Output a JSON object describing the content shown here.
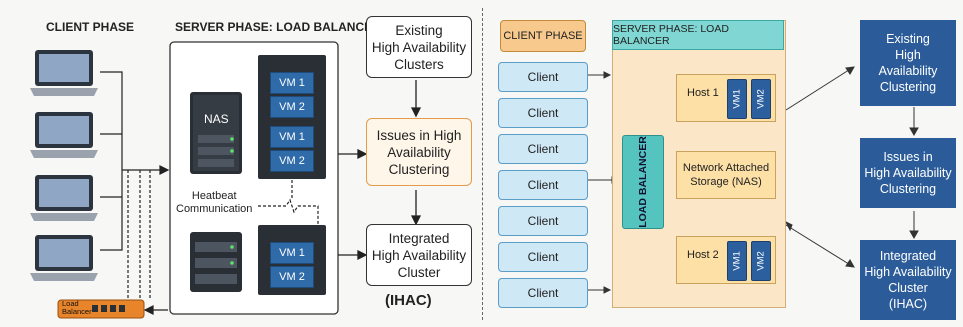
{
  "left": {
    "client_phase": "CLIENT PHASE",
    "server_phase": "SERVER PHASE: LOAD BALANCER",
    "nas_label": "NAS",
    "vm1": "VM 1",
    "vm2": "VM 2",
    "heartbeat": "Heatbeat\nCommunication",
    "load_balancer_label": "Load\nBalancer",
    "existing": "Existing\nHigh Availability\nClusters",
    "issues": "Issues in High\nAvailability\nClustering",
    "integrated": "Integrated\nHigh Availability\nCluster",
    "ihac": "(IHAC)"
  },
  "right": {
    "client_phase": "CLIENT PHASE",
    "server_phase": "SERVER PHASE: LOAD BALANCER",
    "client_label": "Client",
    "load_balancer": "LOAD BALANCER",
    "host1": "Host 1",
    "host2": "Host 2",
    "vm1": "VM1",
    "vm2": "VM2",
    "nas": "Network Attached\nStorage (NAS)",
    "existing": "Existing\nHigh\nAvailability\nClustering",
    "issues": "Issues in\nHigh Availability\nClustering",
    "integrated": "Integrated\nHigh Availability\nCluster\n(IHAC)"
  },
  "colors": {
    "orange_accent": "#e69a4c",
    "client_blue": "#cfe8f6",
    "teal": "#7fd6d2",
    "navy": "#2b5c99"
  }
}
